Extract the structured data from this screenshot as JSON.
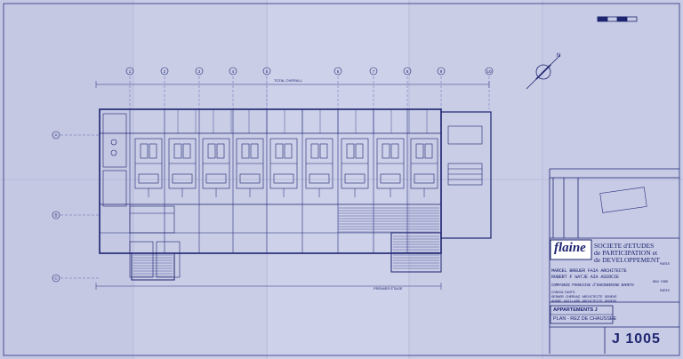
{
  "colors": {
    "paper": "#c9cde6",
    "ink": "#1d2470",
    "ink_light": "#4a52a0"
  },
  "plan": {
    "grid_numbers": [
      "1",
      "2",
      "3",
      "4",
      "5",
      "6",
      "7",
      "8",
      "9",
      "10"
    ],
    "grid_letters": [
      "A",
      "B",
      "C"
    ],
    "north_label": "N",
    "annotation_top": "TOTAL OVERALL",
    "annotation_bottom": "PREMIER ÉTAGE"
  },
  "title_block": {
    "logo": "flaine",
    "society_line1": "SOCIETE d'ETUDES",
    "society_line2": "de PARTICIPATION et",
    "society_line3": "de DEVELOPPEMENT",
    "city1": "PARIS",
    "architect1": "MARCEL BREUER FAIA ARCHITECTE",
    "architect2": "ROBERT F GATJE AIA ASSOCIE",
    "city2": "NEW YORK",
    "engineering": "COMPAGNIE FRANCAISE d'ENGINEERING BARETS",
    "city3": "PARIS",
    "consultants_label": "CONSULTANTS",
    "consultant1": "GERARD CHERVAZ ARCHITECTE GENEVE",
    "consultant2": "ANDRE GAILLARD ARCHITECTE GENEVE",
    "building": "APPARTEMENTS J",
    "drawing_title": "PLAN - REZ DE CHAUSSEE",
    "drawing_number": "J 1005"
  }
}
